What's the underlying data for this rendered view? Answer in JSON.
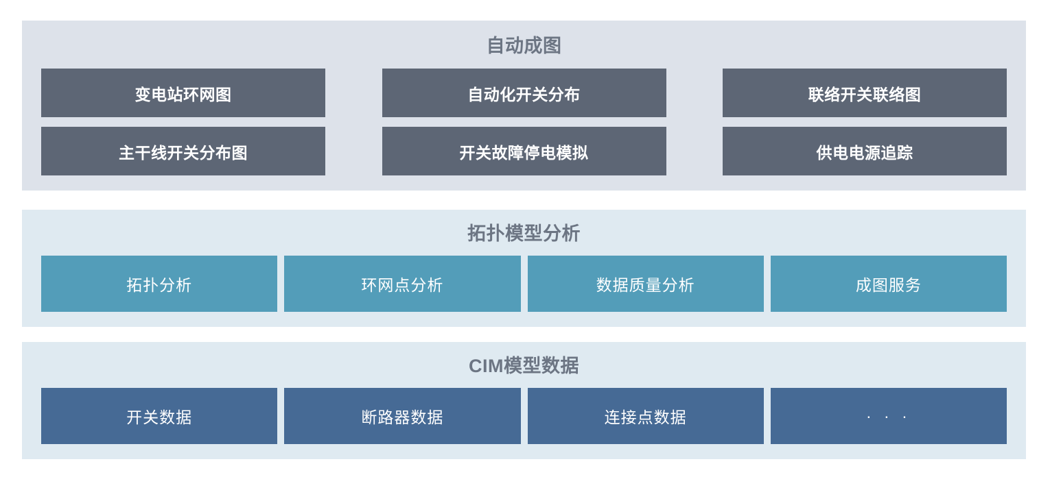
{
  "sections": [
    {
      "id": "auto-mapping",
      "title": "自动成图",
      "style": "dark",
      "rows": [
        [
          {
            "label": "变电站环网图"
          },
          {
            "label": "自动化开关分布"
          },
          {
            "label": "联络开关联络图"
          }
        ],
        [
          {
            "label": "主干线开关分布图"
          },
          {
            "label": "开关故障停电模拟"
          },
          {
            "label": "供电电源追踪"
          }
        ]
      ]
    },
    {
      "id": "topology-model-analysis",
      "title": "拓扑模型分析",
      "style": "teal",
      "tiles": [
        {
          "label": "拓扑分析"
        },
        {
          "label": "环网点分析"
        },
        {
          "label": "数据质量分析"
        },
        {
          "label": "成图服务"
        }
      ]
    },
    {
      "id": "cim-model-data",
      "title": "CIM模型数据",
      "style": "steel",
      "tiles": [
        {
          "label": "开关数据"
        },
        {
          "label": "断路器数据"
        },
        {
          "label": "连接点数据"
        },
        {
          "label": "· · ·"
        }
      ]
    }
  ],
  "colors": {
    "page_background": "#ffffff",
    "panel_autodraw_bg": "#dde2ea",
    "panel_light_blue_bg": "#dfeaf1",
    "title_text": "#6c7583",
    "button_dark_slate": "#5d6675",
    "tile_teal": "#539db9",
    "tile_steel_blue": "#466a95",
    "button_text": "#ffffff"
  }
}
